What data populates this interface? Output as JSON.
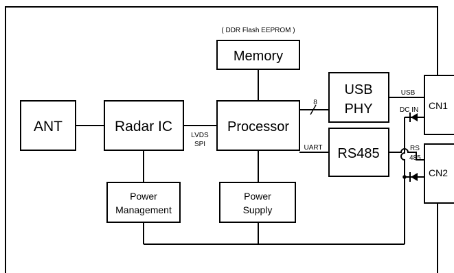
{
  "blocks": {
    "memory_note": "( DDR Flash EEPROM )",
    "memory": "Memory",
    "ant": "ANT",
    "radar_ic": "Radar IC",
    "processor": "Processor",
    "usb_phy_line1": "USB",
    "usb_phy_line2": "PHY",
    "rs485": "RS485",
    "power_management_line1": "Power",
    "power_management_line2": "Management",
    "power_supply_line1": "Power",
    "power_supply_line2": "Supply",
    "cn1": "CN1",
    "cn2": "CN2"
  },
  "signals": {
    "lvds": "LVDS",
    "spi": "SPI",
    "bus_width": "8",
    "uart": "UART",
    "usb": "USB",
    "dc_in": "DC IN",
    "rs_line1": "RS",
    "rs_line2": "485"
  }
}
